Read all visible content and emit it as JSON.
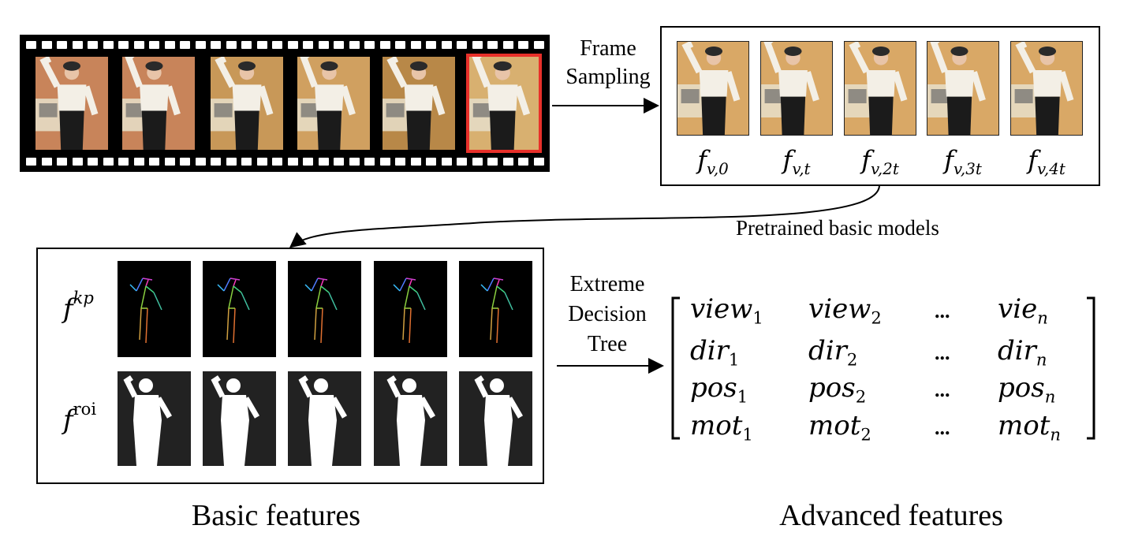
{
  "labels": {
    "frame_sampling_line1": "Frame",
    "frame_sampling_line2": "Sampling",
    "pretrained": "Pretrained basic models",
    "edt_line1": "Extreme",
    "edt_line2": "Decision",
    "edt_line3": "Tree",
    "basic_features": "Basic features",
    "advanced_features": "Advanced features"
  },
  "frames": [
    {
      "base": "f",
      "sub": "v,0"
    },
    {
      "base": "f",
      "sub": "v,t"
    },
    {
      "base": "f",
      "sub": "v,2t"
    },
    {
      "base": "f",
      "sub": "v,3t"
    },
    {
      "base": "f",
      "sub": "v,4t"
    }
  ],
  "basic_rows": [
    {
      "base": "f",
      "sup": "kp"
    },
    {
      "base": "f",
      "sup": "roi"
    }
  ],
  "matrix": [
    [
      {
        "b": "view",
        "s": "1"
      },
      {
        "b": "view",
        "s": "2"
      },
      {
        "b": "...",
        "s": ""
      },
      {
        "b": "vie",
        "s": "n"
      }
    ],
    [
      {
        "b": "dir",
        "s": "1"
      },
      {
        "b": "dir",
        "s": "2"
      },
      {
        "b": "...",
        "s": ""
      },
      {
        "b": "dir",
        "s": "n"
      }
    ],
    [
      {
        "b": "pos",
        "s": "1"
      },
      {
        "b": "pos",
        "s": "2"
      },
      {
        "b": "...",
        "s": ""
      },
      {
        "b": "pos",
        "s": "n"
      }
    ],
    [
      {
        "b": "mot",
        "s": "1"
      },
      {
        "b": "mot",
        "s": "2"
      },
      {
        "b": "...",
        "s": ""
      },
      {
        "b": "mot",
        "s": "n"
      }
    ]
  ],
  "colors": {
    "highlight": "#e8302a",
    "film": "#000000",
    "skin": "#e8c4a8",
    "sweater": "#f3efe6",
    "skirt": "#1b1b1b",
    "wall": "#c8845a",
    "car": "#e6dcc4"
  }
}
